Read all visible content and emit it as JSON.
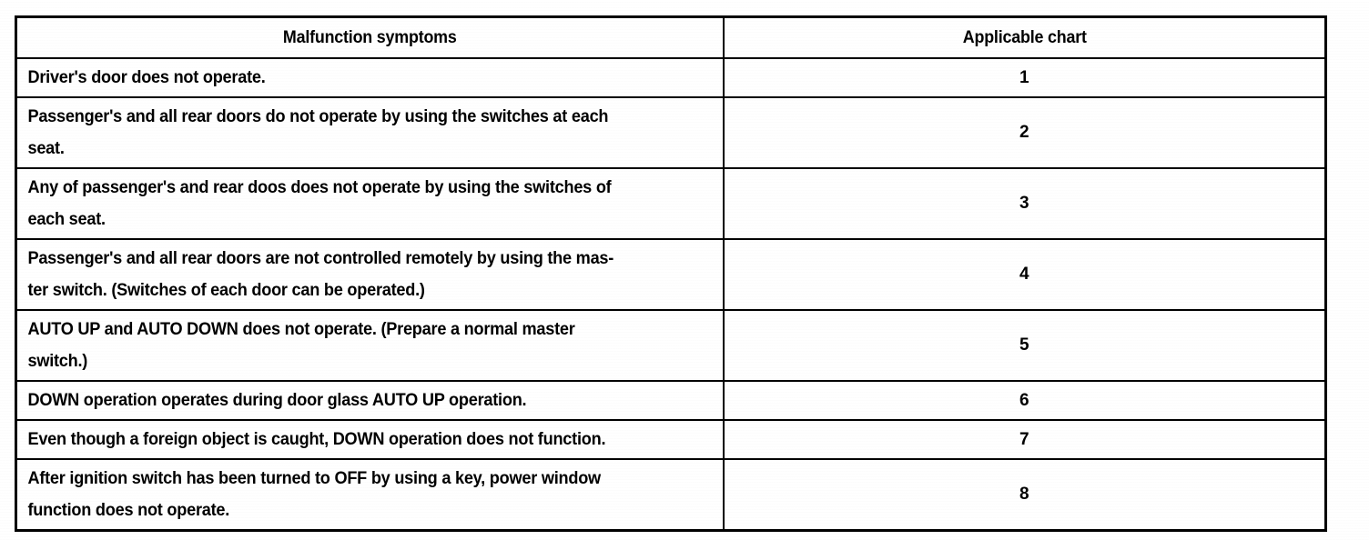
{
  "table": {
    "columns": [
      "Malfunction symptoms",
      "Applicable chart"
    ],
    "rows": [
      {
        "symptom": "Driver's door does not operate.",
        "chart": "1",
        "lines": 1
      },
      {
        "symptom": "Passenger's and all rear doors do not operate by using the switches at each\nseat.",
        "chart": "2",
        "lines": 2
      },
      {
        "symptom": "Any of passenger's and rear doos does not operate by using the switches of\neach seat.",
        "chart": "3",
        "lines": 2
      },
      {
        "symptom": "Passenger's and all rear doors are not controlled remotely by using the mas-\nter switch. (Switches of each door can be operated.)",
        "chart": "4",
        "lines": 2
      },
      {
        "symptom": "AUTO UP and AUTO DOWN does not operate. (Prepare a normal master\nswitch.)",
        "chart": "5",
        "lines": 2
      },
      {
        "symptom": "DOWN operation operates during door glass AUTO UP operation.",
        "chart": "6",
        "lines": 1
      },
      {
        "symptom": "Even though a foreign object is caught, DOWN operation does not function.",
        "chart": "7",
        "lines": 1
      },
      {
        "symptom": "After ignition switch has been turned to OFF by using a key, power window\nfunction does not operate.",
        "chart": "8",
        "lines": 2
      }
    ]
  },
  "colors": {
    "ink": "#000000",
    "paper": "#ffffff"
  }
}
